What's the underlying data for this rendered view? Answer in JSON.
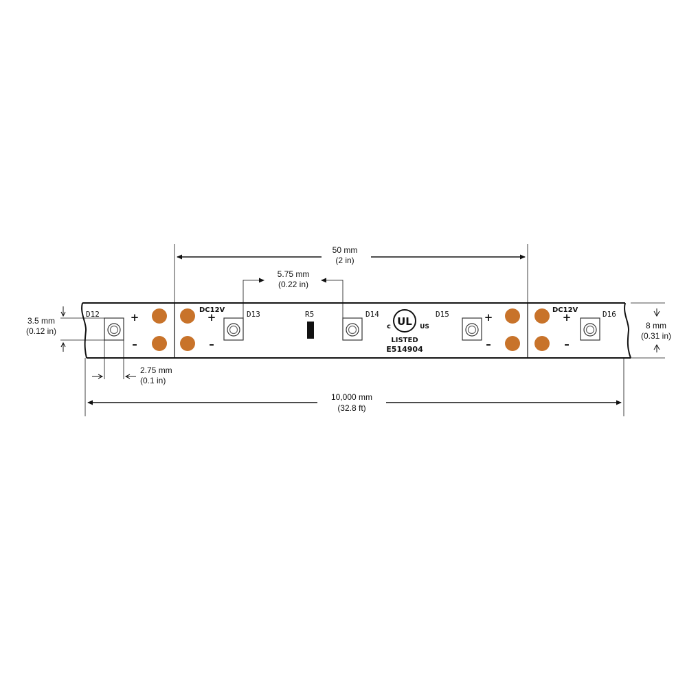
{
  "colors": {
    "line": "#111111",
    "pad": "#c8732a",
    "background": "#ffffff"
  },
  "dimensions": {
    "pitch": {
      "value": "50 mm",
      "imperial": "(2 in)"
    },
    "led_spacing": {
      "value": "5.75 mm",
      "imperial": "(0.22 in)"
    },
    "strip_width": {
      "value": "8 mm",
      "imperial": "(0.31 in)"
    },
    "led_size": {
      "value": "3.5 mm",
      "imperial": "(0.12 in)"
    },
    "led_width": {
      "value": "2.75 mm",
      "imperial": "(0.1 in)"
    },
    "total_length": {
      "value": "10,000 mm",
      "imperial": "(32.8 ft)"
    }
  },
  "labels": {
    "leds": [
      "D12",
      "D13",
      "D14",
      "D15",
      "D16"
    ],
    "voltage": "DC12V",
    "resistor": "R5",
    "plus": "+",
    "minus": "–"
  },
  "certification": {
    "ul_letters": "UL",
    "c": "c",
    "us": "US",
    "listed": "LISTED",
    "file_number": "E514904"
  }
}
